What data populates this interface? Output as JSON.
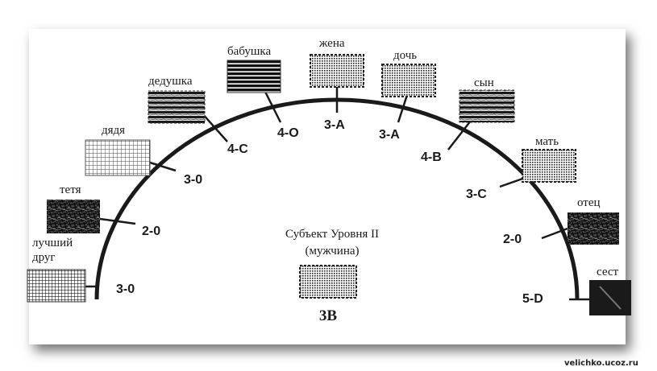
{
  "subject": {
    "title": "Субъект Уровня II",
    "subtitle": "(мужчина)",
    "level": "3B"
  },
  "relations": [
    {
      "id": "best-friend",
      "label": "лучший\nдруг",
      "code": "3-0",
      "pattern": "grid"
    },
    {
      "id": "aunt",
      "label": "тетя",
      "code": "2-0",
      "pattern": "scribble"
    },
    {
      "id": "uncle",
      "label": "дядя",
      "code": "3-0",
      "pattern": "grid-light"
    },
    {
      "id": "grandfather",
      "label": "дедушка",
      "code": "4-C",
      "pattern": "bands"
    },
    {
      "id": "grandmother",
      "label": "бабушка",
      "code": "4-O",
      "pattern": "bands-dark"
    },
    {
      "id": "wife",
      "label": "жена",
      "code": "3-A",
      "pattern": "dots"
    },
    {
      "id": "daughter",
      "label": "дочь",
      "code": "3-A",
      "pattern": "dots"
    },
    {
      "id": "son",
      "label": "сын",
      "code": "4-B",
      "pattern": "bands"
    },
    {
      "id": "mother",
      "label": "мать",
      "code": "3-C",
      "pattern": "dots"
    },
    {
      "id": "father",
      "label": "отец",
      "code": "2-0",
      "pattern": "scribble"
    },
    {
      "id": "sister",
      "label": "сест",
      "code": "5-D",
      "pattern": "solid-dark"
    }
  ],
  "footer": {
    "watermark": "velichko.ucoz.ru"
  }
}
